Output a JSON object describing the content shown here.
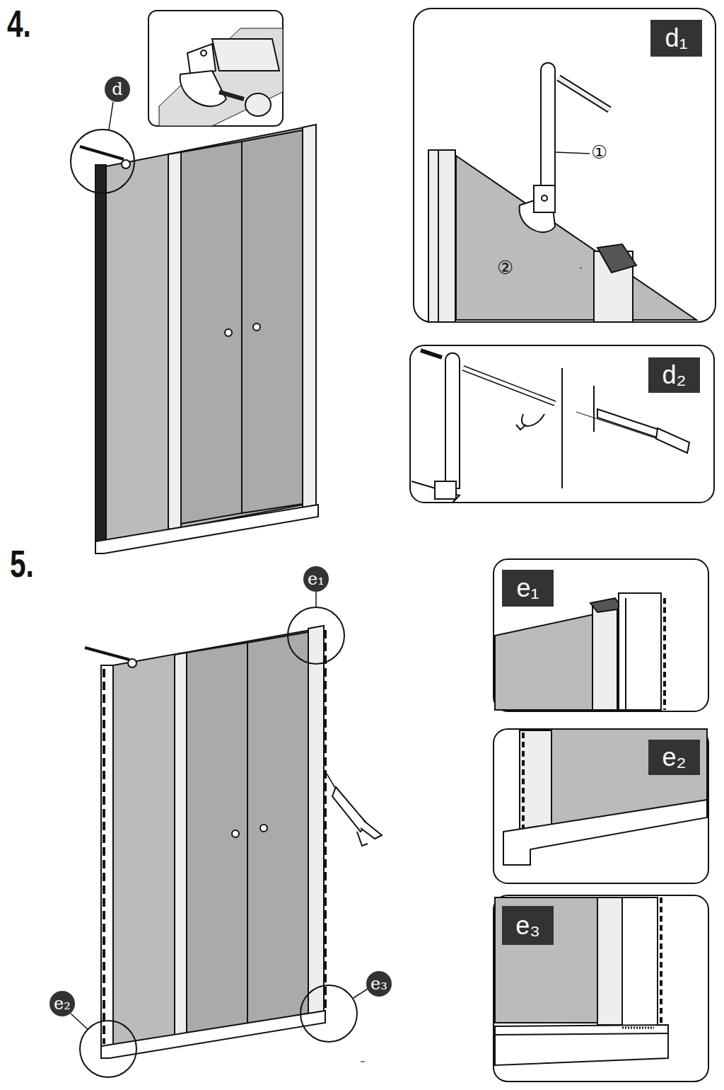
{
  "diagram": {
    "nodes": [
      {
        "text": [
          "d"
        ]
      },
      {
        "text": [
          "d₁"
        ]
      },
      {
        "text": [
          "d₂"
        ]
      },
      {
        "text": [
          "e₁"
        ]
      },
      {
        "text": [
          "e₂"
        ]
      },
      {
        "text": [
          "e₃"
        ]
      },
      {
        "text": [
          "e₁"
        ]
      },
      {
        "text": [
          "e₂"
        ]
      },
      {
        "text": [
          "e₃"
        ]
      }
    ],
    "labels": [
      "4.",
      "①",
      "②",
      "5."
    ]
  }
}
